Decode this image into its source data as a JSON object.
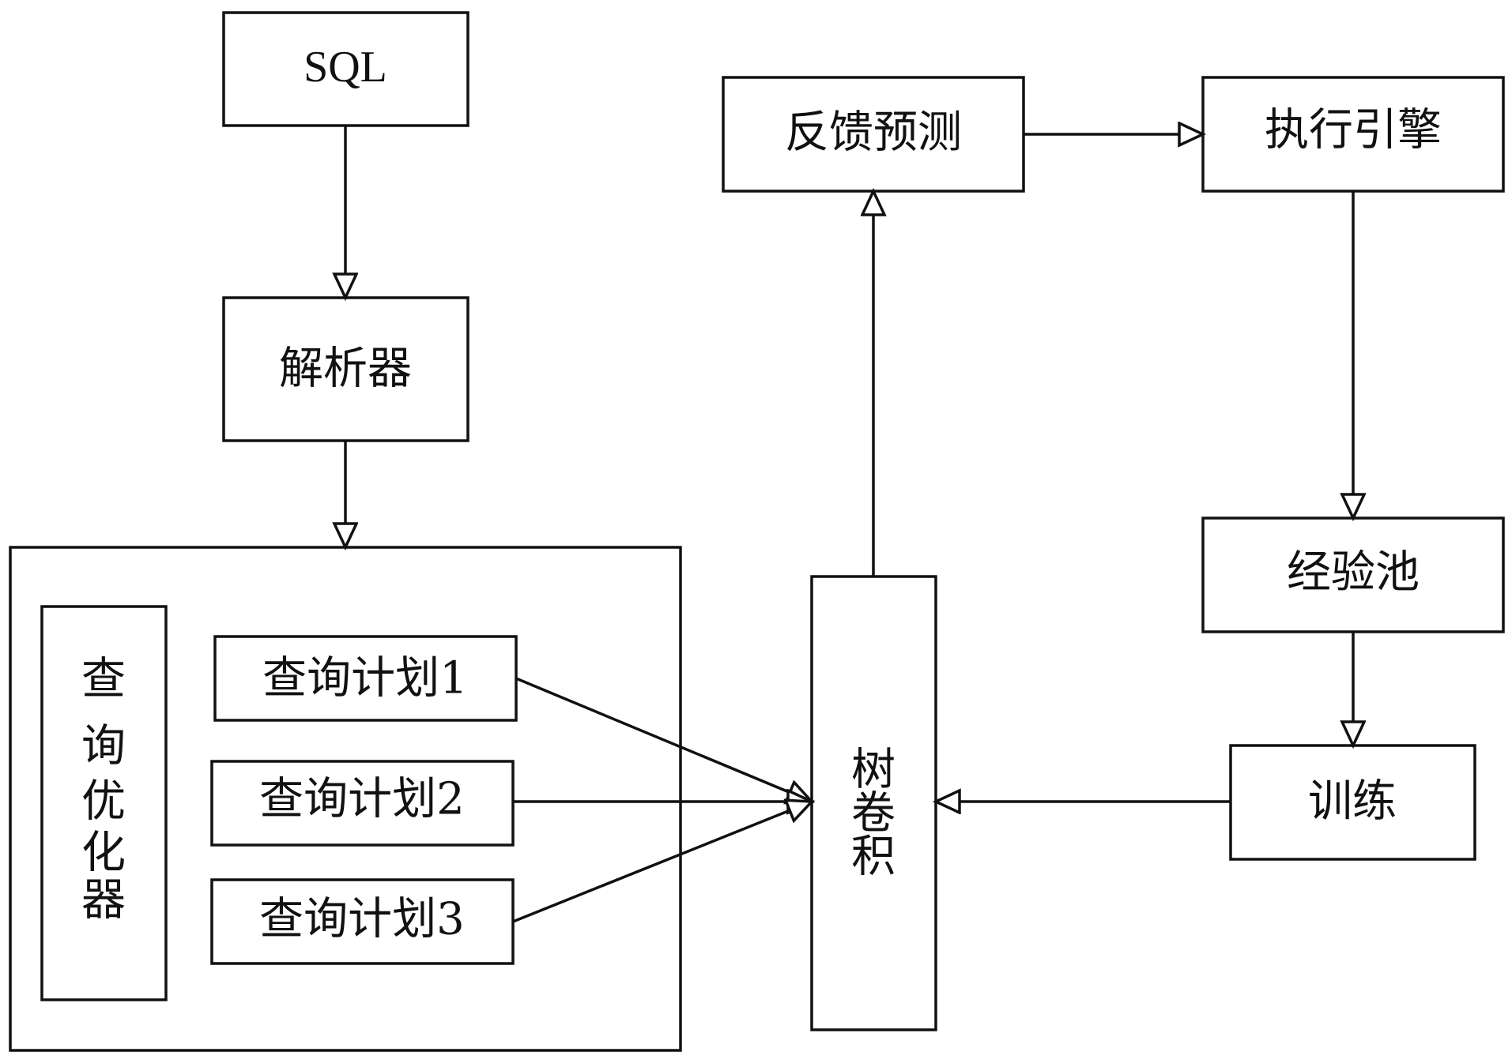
{
  "colors": {
    "line": "#111111",
    "background": "#ffffff"
  },
  "nodes": {
    "sql": "SQL",
    "parser": "解析器",
    "optimizer": "查询优化器",
    "plan1": "查询计划1",
    "plan2": "查询计划2",
    "plan3": "查询计划3",
    "tree_conv": "树卷积",
    "feedback": "反馈预测",
    "engine": "执行引擎",
    "experience_pool": "经验池",
    "training": "训练"
  },
  "edges": [
    {
      "from": "sql",
      "to": "parser"
    },
    {
      "from": "parser",
      "to": "optimizer"
    },
    {
      "from": "plan1",
      "to": "tree_conv"
    },
    {
      "from": "plan2",
      "to": "tree_conv"
    },
    {
      "from": "plan3",
      "to": "tree_conv"
    },
    {
      "from": "tree_conv",
      "to": "feedback"
    },
    {
      "from": "feedback",
      "to": "engine"
    },
    {
      "from": "engine",
      "to": "experience_pool"
    },
    {
      "from": "experience_pool",
      "to": "training"
    },
    {
      "from": "training",
      "to": "tree_conv"
    }
  ]
}
